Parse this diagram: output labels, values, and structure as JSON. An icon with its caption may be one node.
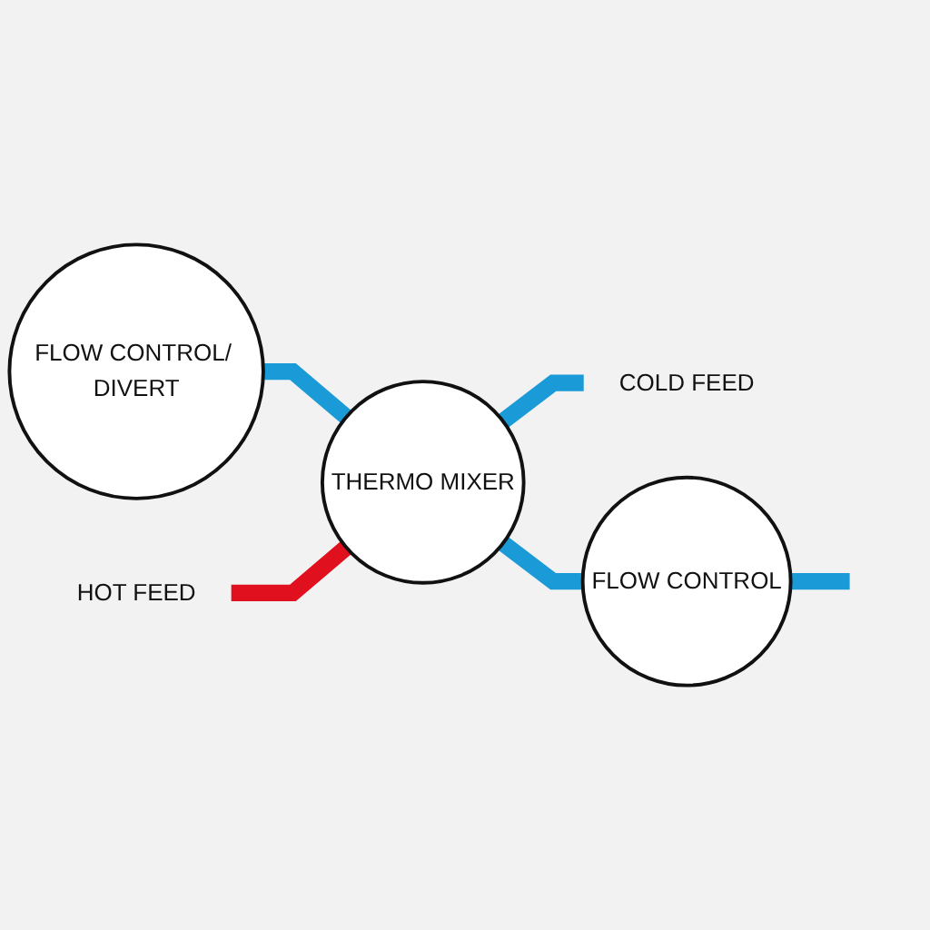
{
  "diagram": {
    "nodes": [
      {
        "text": [
          "FLOW CONTROL/ DIVERT"
        ]
      },
      {
        "text": [
          "HOT FEED"
        ]
      },
      {
        "text": [
          "THERMO MIXER"
        ]
      },
      {
        "text": [
          "COLD FEED"
        ]
      },
      {
        "text": [
          "FLOW CONTROL"
        ]
      }
    ],
    "edges": [
      {
        "from": 0,
        "to": 2,
        "arrow": "none"
      },
      {
        "from": 1,
        "to": 2,
        "arrow": "none",
        "color": "#e0101e"
      },
      {
        "from": 2,
        "to": 3,
        "arrow": "none"
      },
      {
        "from": 2,
        "to": 4,
        "arrow": "none"
      },
      {
        "from": 4,
        "to": null,
        "arrow": "none"
      }
    ]
  }
}
